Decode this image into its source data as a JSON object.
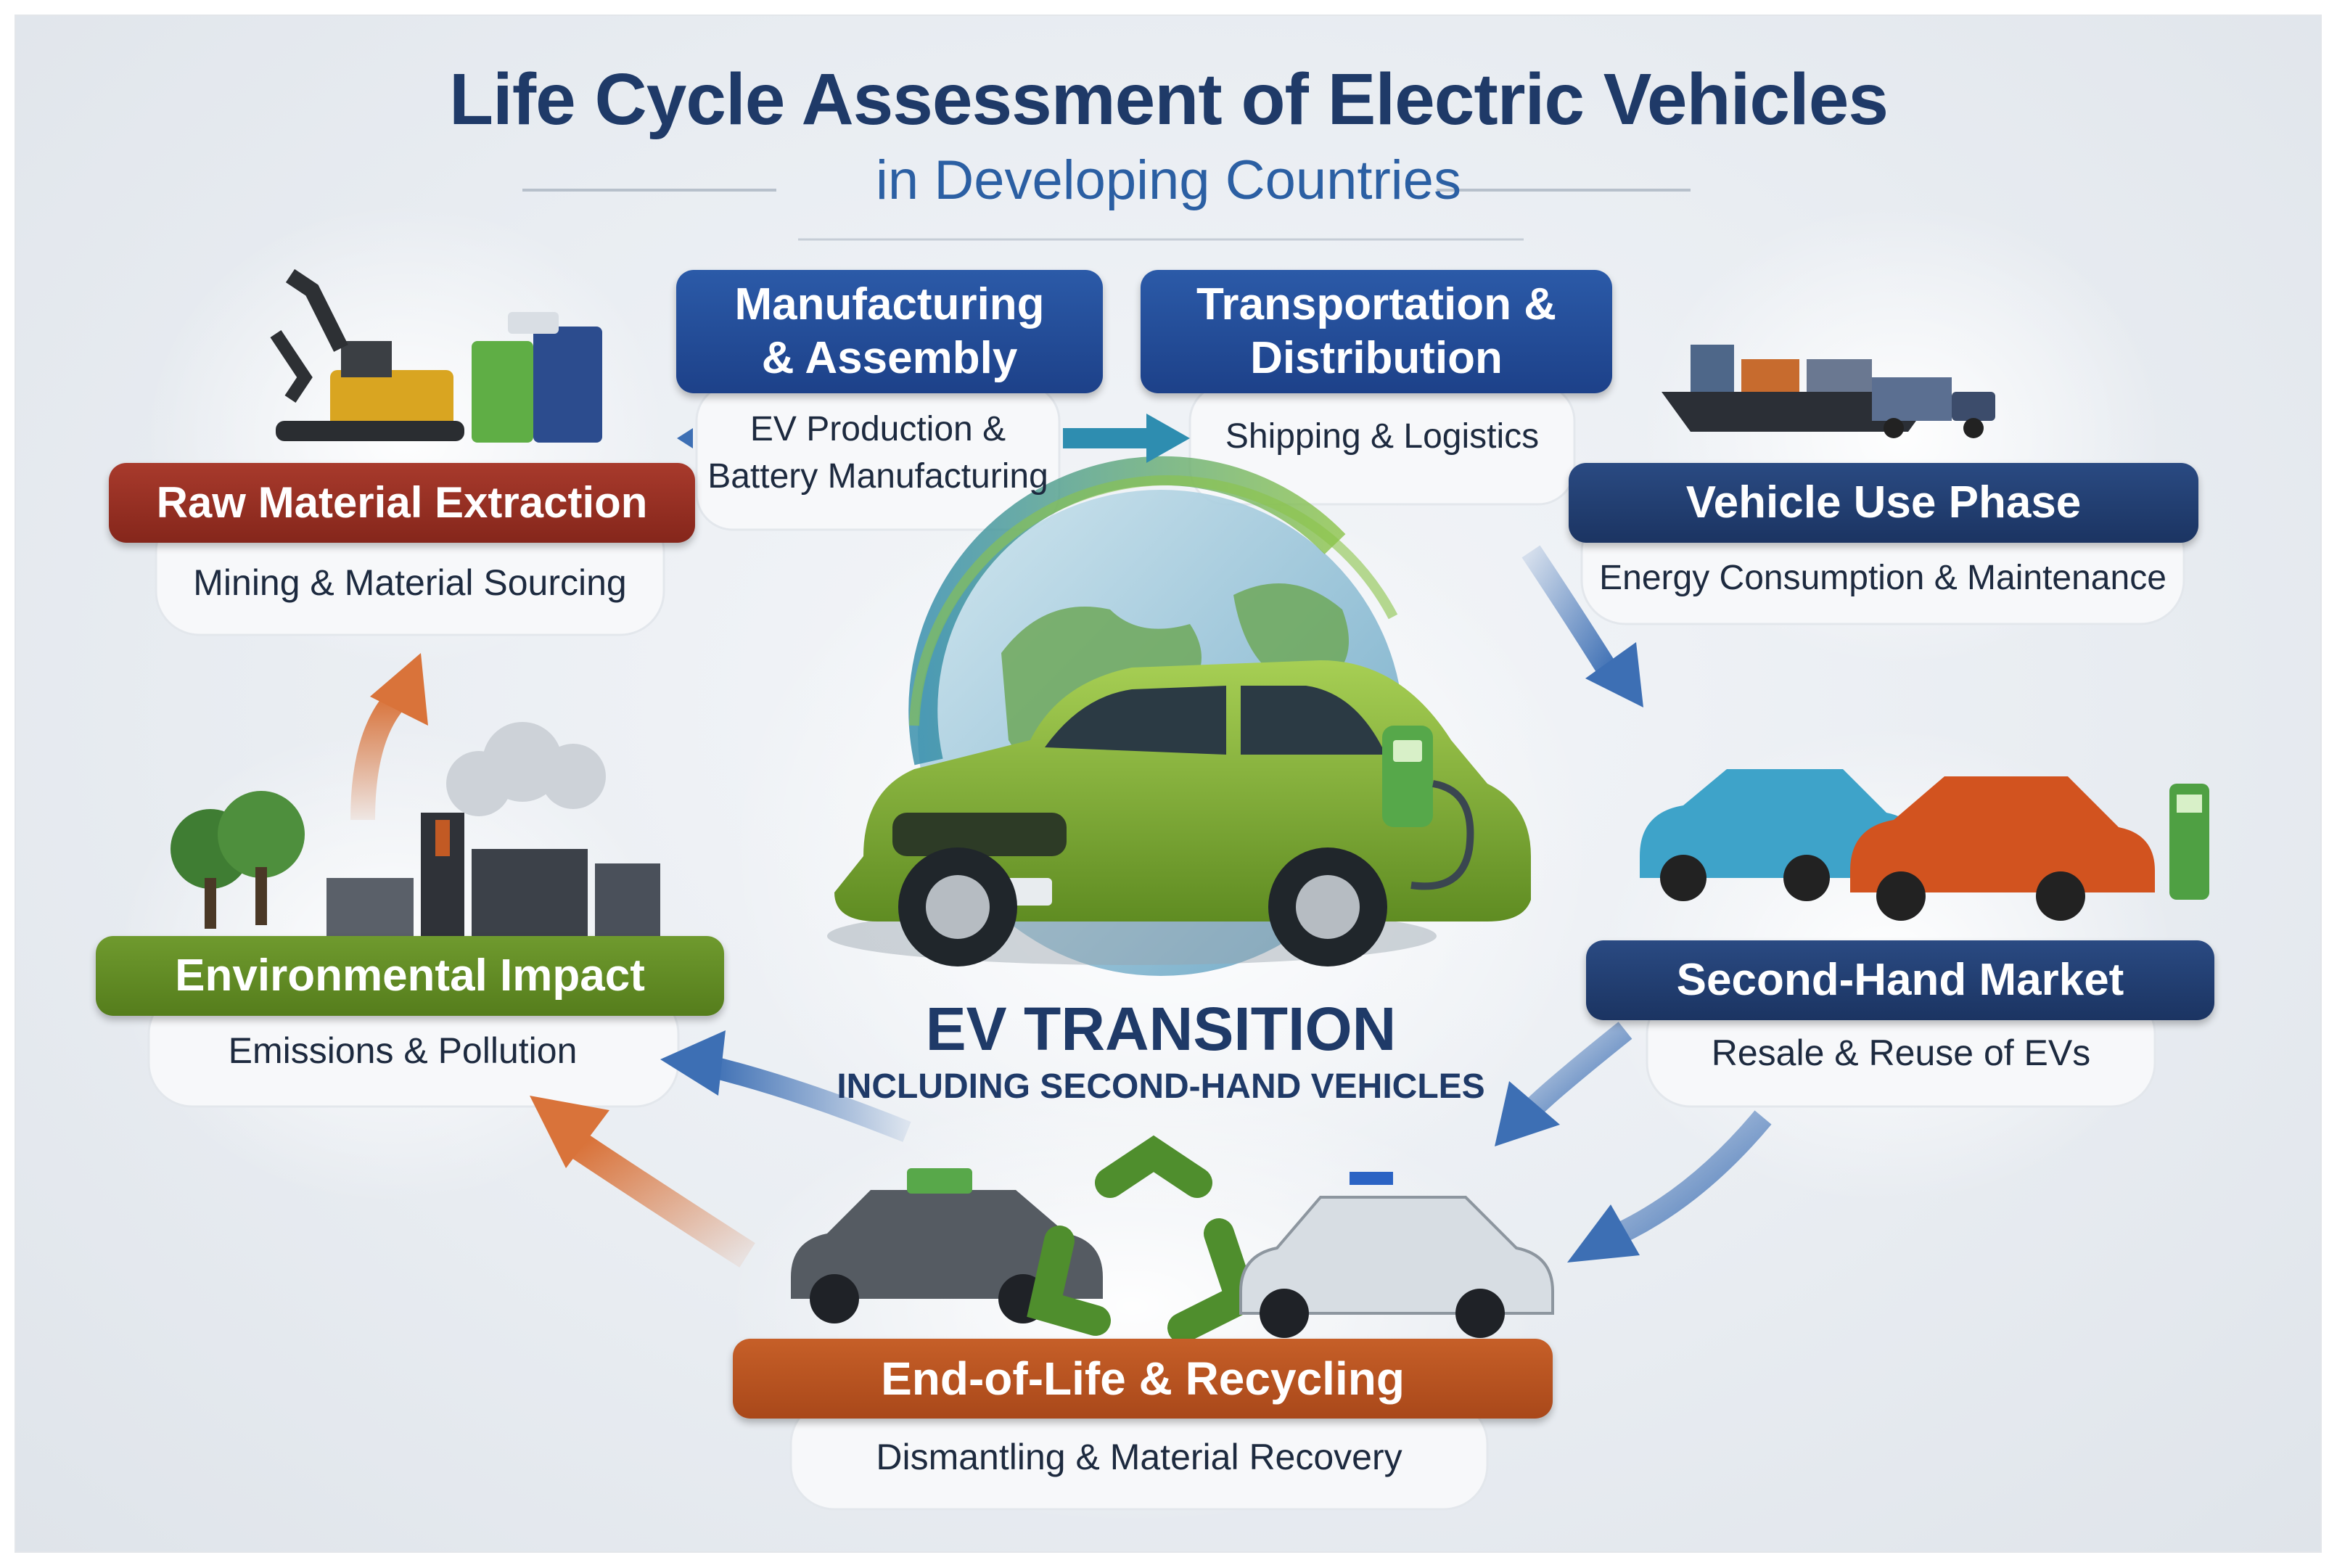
{
  "header": {
    "title": "Life Cycle Assessment of Electric Vehicles",
    "subtitle": "in Developing Countries"
  },
  "center": {
    "title": "EV TRANSITION",
    "subtitle": "INCLUDING SECOND-HAND VEHICLES"
  },
  "stages": {
    "raw_material": {
      "label": "Raw Material Extraction",
      "desc": "Mining & Material Sourcing"
    },
    "manufacturing": {
      "label_line1": "Manufacturing",
      "label_line2": "& Assembly",
      "desc_line1": "EV Production &",
      "desc_line2": "Battery Manufacturing"
    },
    "transportation": {
      "label_line1": "Transportation &",
      "label_line2": "Distribution",
      "desc": "Shipping & Logistics"
    },
    "use_phase": {
      "label": "Vehicle Use Phase",
      "desc": "Energy Consumption & Maintenance"
    },
    "second_hand": {
      "label": "Second-Hand Market",
      "desc": "Resale & Reuse of EVs"
    },
    "end_of_life": {
      "label": "End-of-Life & Recycling",
      "desc": "Dismantling & Material Recovery"
    },
    "environmental": {
      "label": "Environmental Impact",
      "desc": "Emissions & Pollution"
    }
  },
  "colors": {
    "title": "#1f3a68",
    "subtitle": "#2b5fa3",
    "blue_stage": "#2b5aa8",
    "navy_stage": "#1b3462",
    "red_stage": "#95311f",
    "green_stage": "#628b25",
    "orange_stage": "#b8521f",
    "arrow_blue": "#3d6fb4",
    "arrow_orange": "#d9733a",
    "ev_green": "#7fae38"
  },
  "icons": [
    "excavator-icon",
    "battery-cells-icon",
    "cargo-ship-icon",
    "truck-icon",
    "globe-icon",
    "ev-car-icon",
    "charging-station-icon",
    "blue-car-icon",
    "orange-car-icon",
    "recycle-icon",
    "scrap-car-icon",
    "white-car-icon",
    "factory-icon",
    "trees-icon",
    "smoke-cloud-icon"
  ]
}
